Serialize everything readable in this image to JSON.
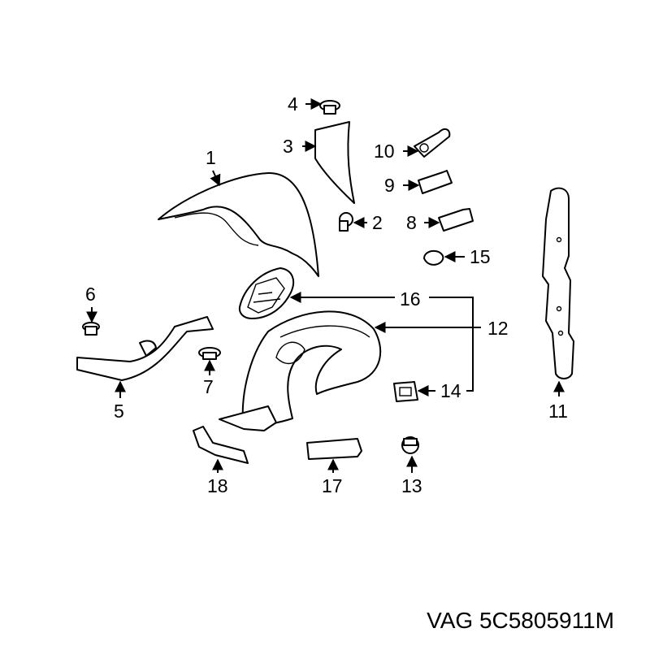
{
  "callouts": {
    "c1": "1",
    "c2": "2",
    "c3": "3",
    "c4": "4",
    "c5": "5",
    "c6": "6",
    "c7": "7",
    "c8": "8",
    "c9": "9",
    "c10": "10",
    "c11": "11",
    "c12": "12",
    "c13": "13",
    "c14": "14",
    "c15": "15",
    "c16": "16",
    "c17": "17",
    "c18": "18"
  },
  "caption": "VAG 5C5805911M"
}
